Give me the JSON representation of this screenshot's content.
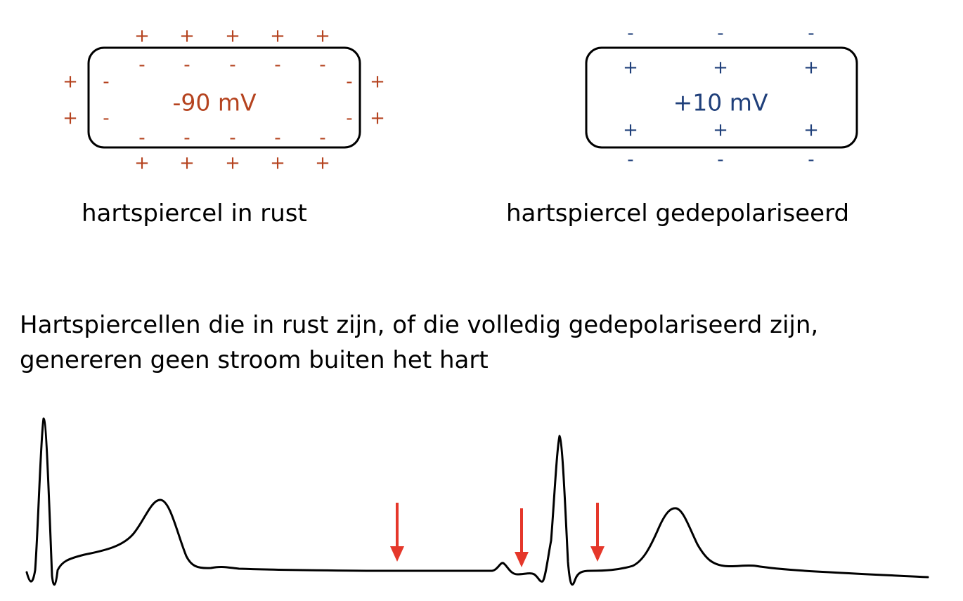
{
  "resting_cell": {
    "voltage": "-90 mV",
    "caption": "hartspiercel in rust",
    "color": "#b5431f",
    "outside_sign": "+",
    "inside_sign": "-"
  },
  "depolarized_cell": {
    "voltage": "+10 mV",
    "caption": "hartspiercel gedepolariseerd",
    "color": "#1f3f7a",
    "outside_sign": "-",
    "inside_sign": "+"
  },
  "statement": {
    "line1": "Hartspiercellen die in rust zijn, of die volledig gedepolariseerd zijn,",
    "line2": "genereren geen stroom buiten het hart"
  },
  "ecg": {
    "trace_color": "#000000",
    "arrow_color": "#e5372a",
    "arrow_count": 3
  }
}
